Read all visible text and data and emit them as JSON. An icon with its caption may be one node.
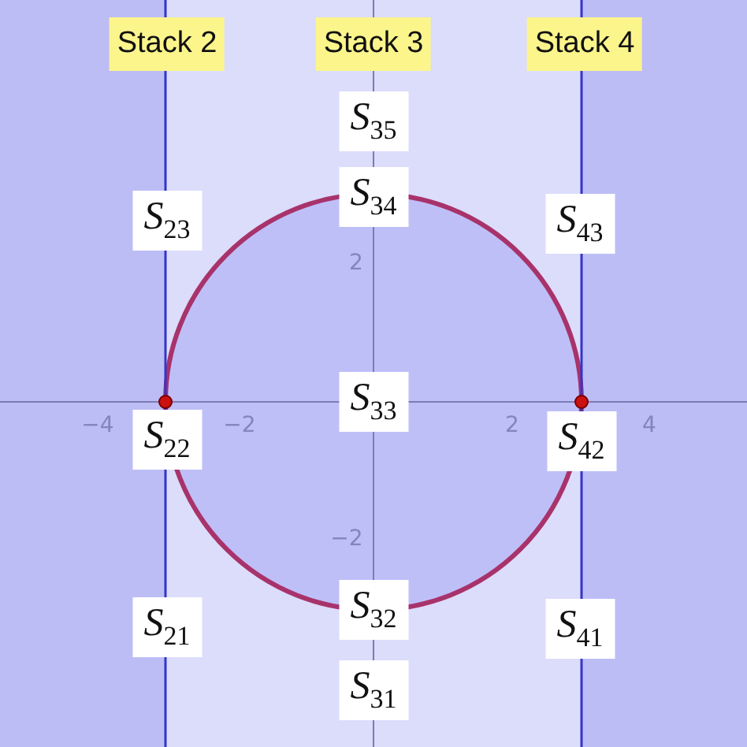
{
  "diagram": {
    "labels": [
      "Stack 2",
      "Stack 3",
      "Stack 4",
      "*S*$_{35}$",
      "*S*$_{34}$",
      "*S*$_{23}$",
      "*S*$_{43}$",
      "2",
      "*S*$_{33}$",
      "−4",
      "−2",
      "2",
      "4",
      "*S*$_{22}$",
      "*S*$_{42}$",
      "−2",
      "*S*$_{32}$",
      "*S*$_{21}$",
      "*S*$_{41}$",
      "*S*$_{31}$"
    ]
  }
}
